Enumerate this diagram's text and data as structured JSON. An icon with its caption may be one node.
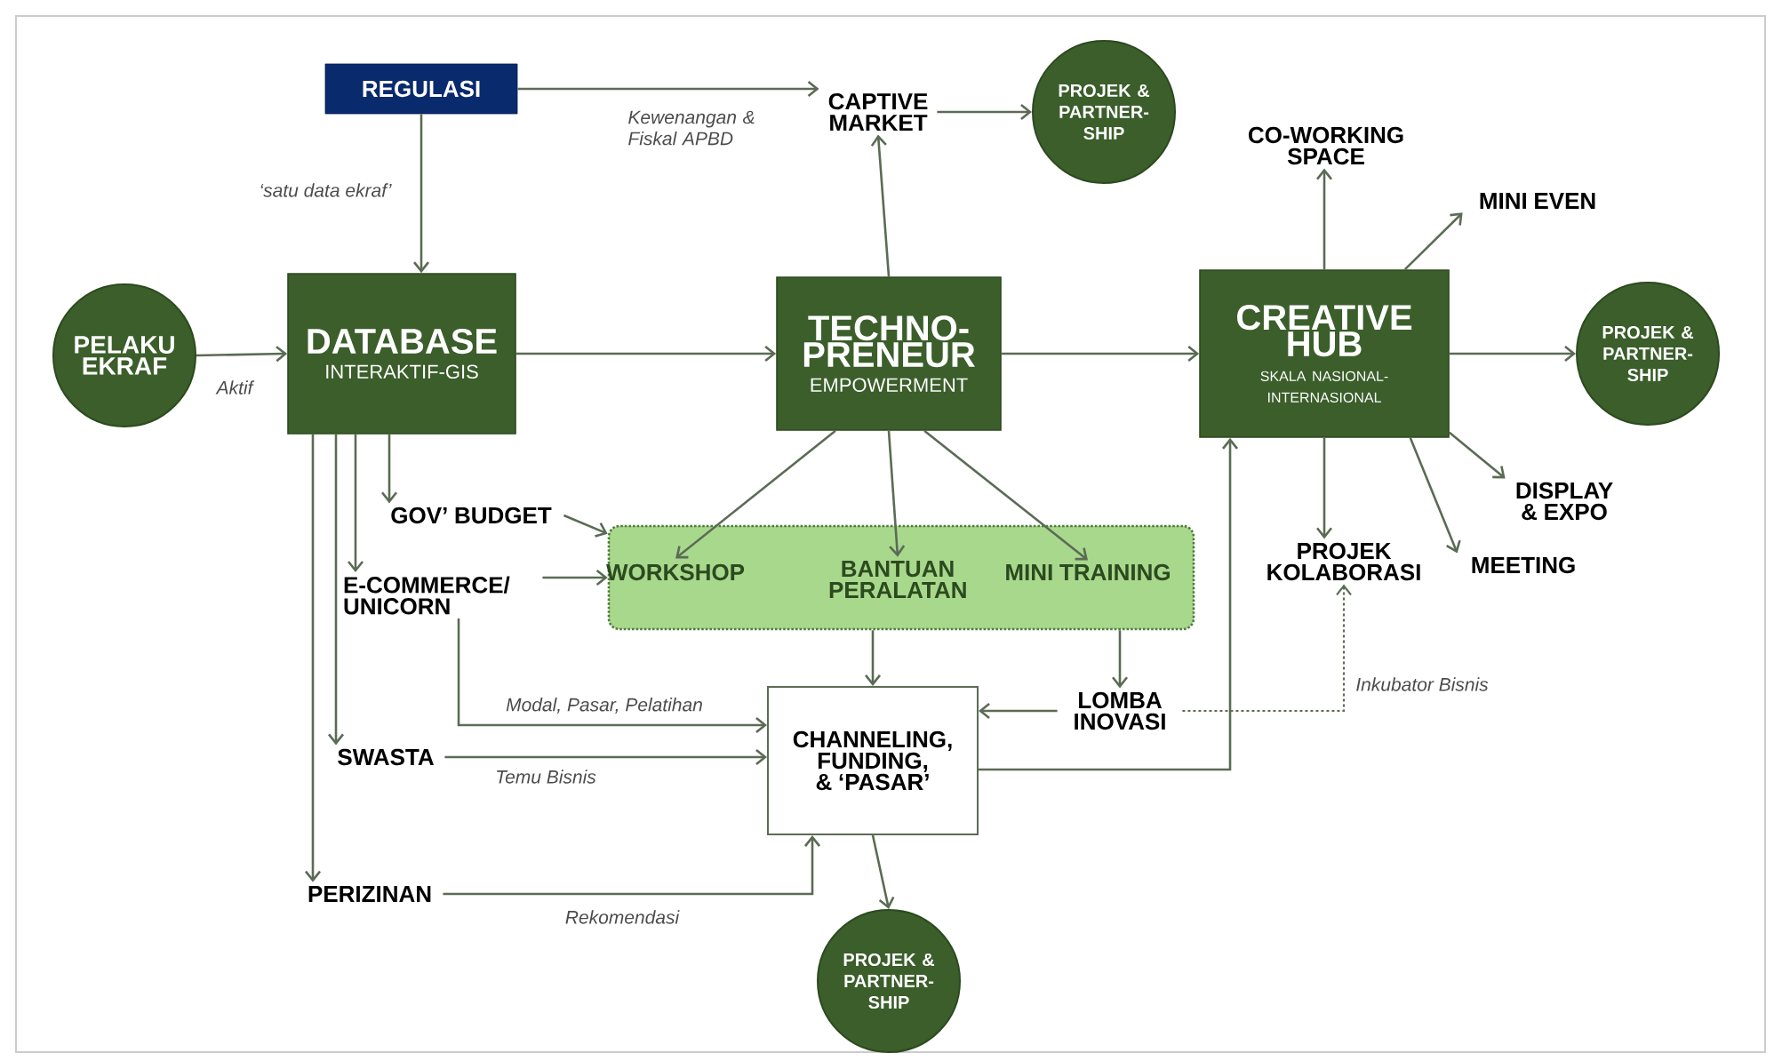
{
  "diagram": {
    "nodes": [
      {
        "text": [
          "REGULASI"
        ]
      },
      {
        "text": [
          "CAPTIVE MARKET"
        ]
      },
      {
        "text": [
          "PROJEK & PARTNER-SHIP"
        ]
      },
      {
        "text": [
          "PELAKU EKRAF"
        ]
      },
      {
        "text": [
          "DATABASE",
          "INTERAKTIF-GIS"
        ]
      },
      {
        "text": [
          "TECHNO-PRENEUR",
          "EMPOWERMENT"
        ]
      },
      {
        "text": [
          "CREATIVE HUB",
          "SKALA NASIONAL-INTERNASIONAL"
        ]
      },
      {
        "text": [
          "CO-WORKING SPACE"
        ]
      },
      {
        "text": [
          "MINI EVEN"
        ]
      },
      {
        "text": [
          "PROJEK & PARTNER-SHIP"
        ]
      },
      {
        "text": [
          "GOV’ BUDGET"
        ]
      },
      {
        "text": [],
        "shape": "box"
      },
      {
        "text": [
          "WORKSHOP"
        ],
        "in": 11
      },
      {
        "text": [
          "BANTUAN PERALATAN"
        ],
        "in": 11
      },
      {
        "text": [
          "MINI TRAINING"
        ],
        "in": 11
      },
      {
        "text": [
          "E-COMMERCE/ UNICORN"
        ]
      },
      {
        "text": [
          "PROJEK KOLABORASI"
        ]
      },
      {
        "text": [
          "DISPLAY & EXPO"
        ]
      },
      {
        "text": [
          "MEETING"
        ]
      },
      {
        "text": [
          "SWASTA"
        ]
      },
      {
        "text": [
          "CHANNELING, FUNDING, & ‘PASAR’"
        ]
      },
      {
        "text": [
          "LOMBA INOVASI"
        ]
      },
      {
        "text": [
          "PERIZINAN"
        ]
      },
      {
        "text": [
          "PROJEK & PARTNER-SHIP"
        ]
      }
    ],
    "edges": [
      {
        "from": 0,
        "to": 1,
        "arrow": "to",
        "label": "Kewenangan & Fiskal APBD"
      },
      {
        "from": 0,
        "to": 4,
        "arrow": "to",
        "label": "‘satu data ekraf’"
      },
      {
        "from": 1,
        "to": 2,
        "arrow": "to"
      },
      {
        "from": 3,
        "to": 4,
        "arrow": "to",
        "label": "Aktif"
      },
      {
        "from": 4,
        "to": 5,
        "arrow": "to"
      },
      {
        "from": 5,
        "to": 1,
        "arrow": "to"
      },
      {
        "from": 5,
        "to": 6,
        "arrow": "to"
      },
      {
        "from": 6,
        "to": 7,
        "arrow": "to"
      },
      {
        "from": 6,
        "to": 8,
        "arrow": "to"
      },
      {
        "from": 6,
        "to": 9,
        "arrow": "to"
      },
      {
        "from": 6,
        "to": 17,
        "arrow": "to"
      },
      {
        "from": 6,
        "to": 18,
        "arrow": "to"
      },
      {
        "from": 6,
        "to": 16,
        "arrow": "to"
      },
      {
        "from": 4,
        "to": 10,
        "arrow": "to"
      },
      {
        "from": 4,
        "to": 15,
        "arrow": "to"
      },
      {
        "from": 4,
        "to": 19,
        "arrow": "to"
      },
      {
        "from": 4,
        "to": 22,
        "arrow": "to"
      },
      {
        "from": 10,
        "to": 11,
        "arrow": "to"
      },
      {
        "from": 15,
        "to": 11,
        "arrow": "to"
      },
      {
        "from": 5,
        "to": 12,
        "arrow": "to"
      },
      {
        "from": 5,
        "to": 13,
        "arrow": "to"
      },
      {
        "from": 5,
        "to": 14,
        "arrow": "to"
      },
      {
        "from": 11,
        "to": 20,
        "arrow": "to"
      },
      {
        "from": 11,
        "to": 21,
        "arrow": "to"
      },
      {
        "from": 15,
        "to": 20,
        "arrow": "to",
        "label": "Modal, Pasar, Pelatihan"
      },
      {
        "from": 19,
        "to": 20,
        "arrow": "to",
        "label": "Temu Bisnis"
      },
      {
        "from": 22,
        "to": 20,
        "arrow": "to",
        "label": "Rekomendasi"
      },
      {
        "from": 21,
        "to": 20,
        "arrow": "to"
      },
      {
        "from": 20,
        "to": 6,
        "arrow": "to"
      },
      {
        "from": 21,
        "to": 16,
        "arrow": "to",
        "style": "dashed",
        "label": "Inkubator Bisnis"
      },
      {
        "from": 20,
        "to": 23,
        "arrow": "to"
      }
    ]
  }
}
